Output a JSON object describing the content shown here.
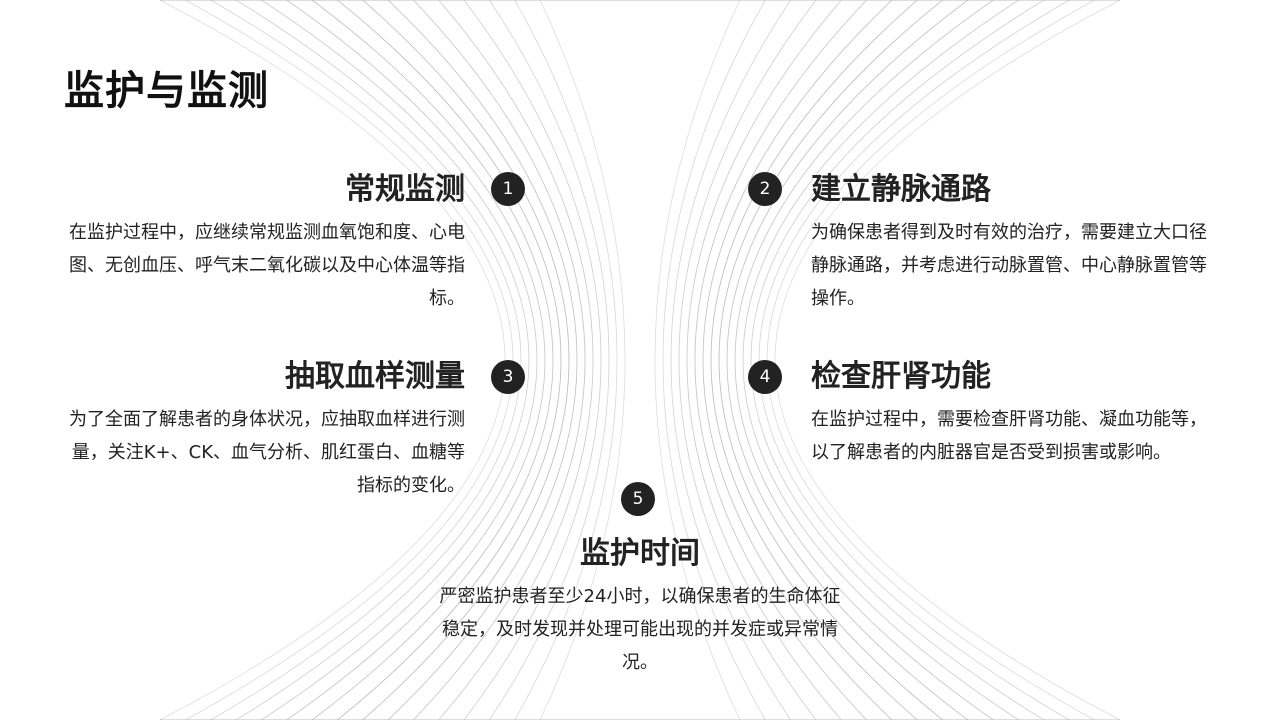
{
  "page": {
    "title": "监护与监测"
  },
  "items": [
    {
      "number": "1",
      "title": "常规监测",
      "desc": "在监护过程中，应继续常规监测血氧饱和度、心电图、无创血压、呼气末二氧化碳以及中心体温等指标。"
    },
    {
      "number": "2",
      "title": "建立静脉通路",
      "desc": "为确保患者得到及时有效的治疗，需要建立大口径静脉通路，并考虑进行动脉置管、中心静脉置管等操作。"
    },
    {
      "number": "3",
      "title": "抽取血样测量",
      "desc": "为了全面了解患者的身体状况，应抽取血样进行测量，关注K+、CK、血气分析、肌红蛋白、血糖等指标的变化。"
    },
    {
      "number": "4",
      "title": "检查肝肾功能",
      "desc": "在监护过程中，需要检查肝肾功能、凝血功能等，以了解患者的内脏器官是否受到损害或影响。"
    },
    {
      "number": "5",
      "title": "监护时间",
      "desc": "严密监护患者至少24小时，以确保患者的生命体征稳定，及时发现并处理可能出现的并发症或异常情况。"
    }
  ],
  "colors": {
    "marker_bg": "#222222",
    "marker_text": "#ffffff",
    "line": "#b4b4b4"
  }
}
